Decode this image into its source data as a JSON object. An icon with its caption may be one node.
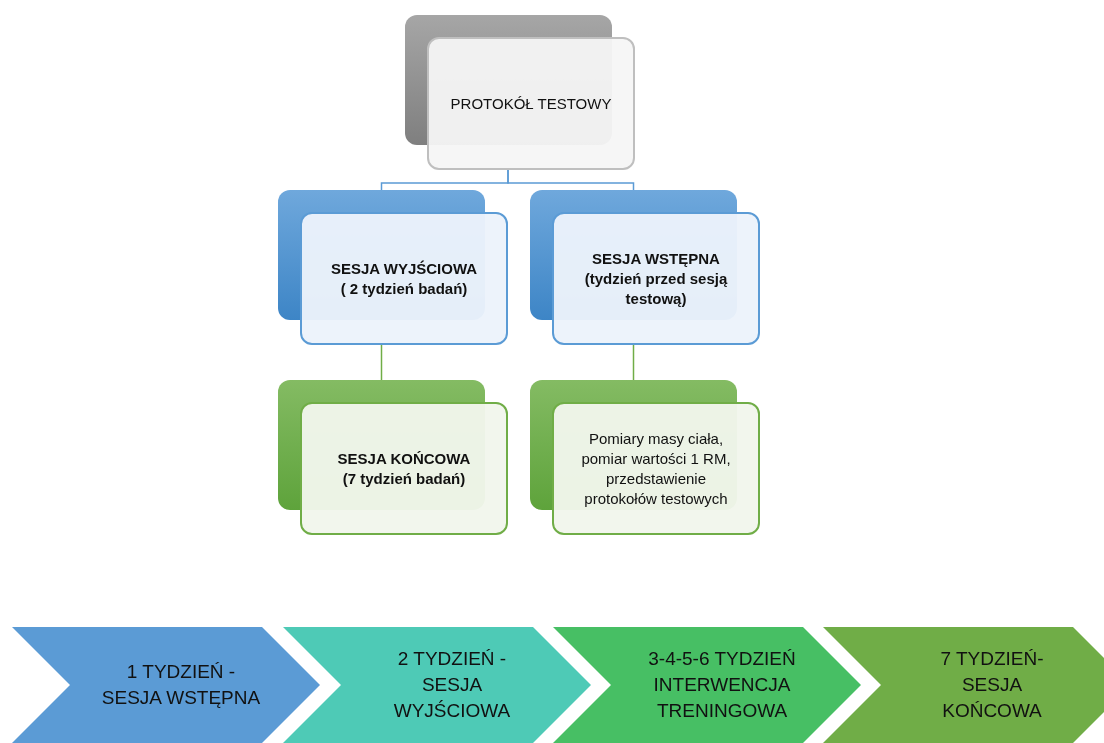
{
  "diagram": {
    "nodes": [
      {
        "text": [
          "PROTOKÓŁ TESTOWY"
        ]
      },
      {
        "text": [
          "SESJA WYJŚCIOWA",
          "( 2 tydzień badań)"
        ]
      },
      {
        "text": [
          "SESJA WSTĘPNA",
          "(tydzień przed sesją testową)"
        ]
      },
      {
        "text": [
          "SESJA KOŃCOWA",
          "(7 tydzień badań)"
        ]
      },
      {
        "text": [
          "Pomiary masy ciała, pomiar wartości 1 RM, przedstawienie protokołów testowych"
        ]
      },
      {
        "text": [
          "1 TYDZIEŃ - SESJA WSTĘPNA"
        ]
      },
      {
        "text": [
          "2 TYDZIEŃ - SESJA WYJŚCIOWA"
        ]
      },
      {
        "text": [
          "3-4-5-6 TYDZIEŃ INTERWENCJA TRENINGOWA"
        ]
      },
      {
        "text": [
          "7 TYDZIEŃ- SESJA KOŃCOWA"
        ]
      }
    ],
    "edges": [
      {
        "from": 0,
        "to": 1,
        "arrow": "none",
        "color": "#5b9bd5"
      },
      {
        "from": 0,
        "to": 2,
        "arrow": "none",
        "color": "#5b9bd5"
      },
      {
        "from": 1,
        "to": 3,
        "arrow": "none",
        "color": "#70ad47"
      },
      {
        "from": 2,
        "to": 4,
        "arrow": "none",
        "color": "#70ad47"
      }
    ]
  }
}
